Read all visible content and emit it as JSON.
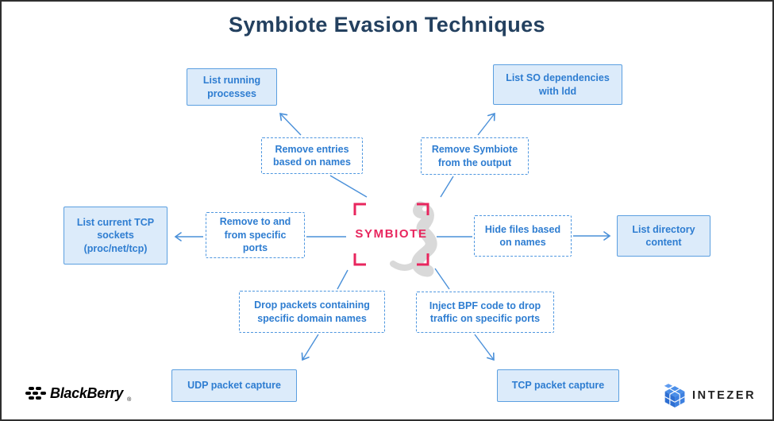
{
  "title": "Symbiote Evasion Techniques",
  "center": {
    "label": "SYMBIOTE",
    "watermark_icon": "symbiote-creature-silhouette",
    "frame_icon": "pink-corner-brackets"
  },
  "flows": {
    "top_left": {
      "technique": "Remove entries based on names",
      "target": "List running processes"
    },
    "top_right": {
      "technique": "Remove Symbiote from the output",
      "target": "List SO dependencies with ldd"
    },
    "left": {
      "technique": "Remove to and from specific ports",
      "target": "List current TCP sockets (proc/net/tcp)"
    },
    "right": {
      "technique": "Hide files based on names",
      "target": "List directory content"
    },
    "bottom_left": {
      "technique": "Drop packets containing specific domain names",
      "target": "UDP packet capture"
    },
    "bottom_right": {
      "technique": "Inject BPF code to drop traffic on specific ports",
      "target": "TCP packet capture"
    }
  },
  "footer": {
    "blackberry_label": "BlackBerry",
    "blackberry_reg": "®",
    "blackberry_icon": "blackberry-dots-logo",
    "intezer_label": "INTEZER",
    "intezer_icon": "intezer-cube-logo"
  },
  "colors": {
    "title_navy": "#23405f",
    "text_blue": "#2e7dd1",
    "box_fill": "#dcebfa",
    "solid_border": "#5b9fe0",
    "dashed_border": "#4f97e0",
    "line_blue": "#4a90d9",
    "accent_pink": "#e8265e",
    "watermark_gray": "#d9d9d9"
  }
}
